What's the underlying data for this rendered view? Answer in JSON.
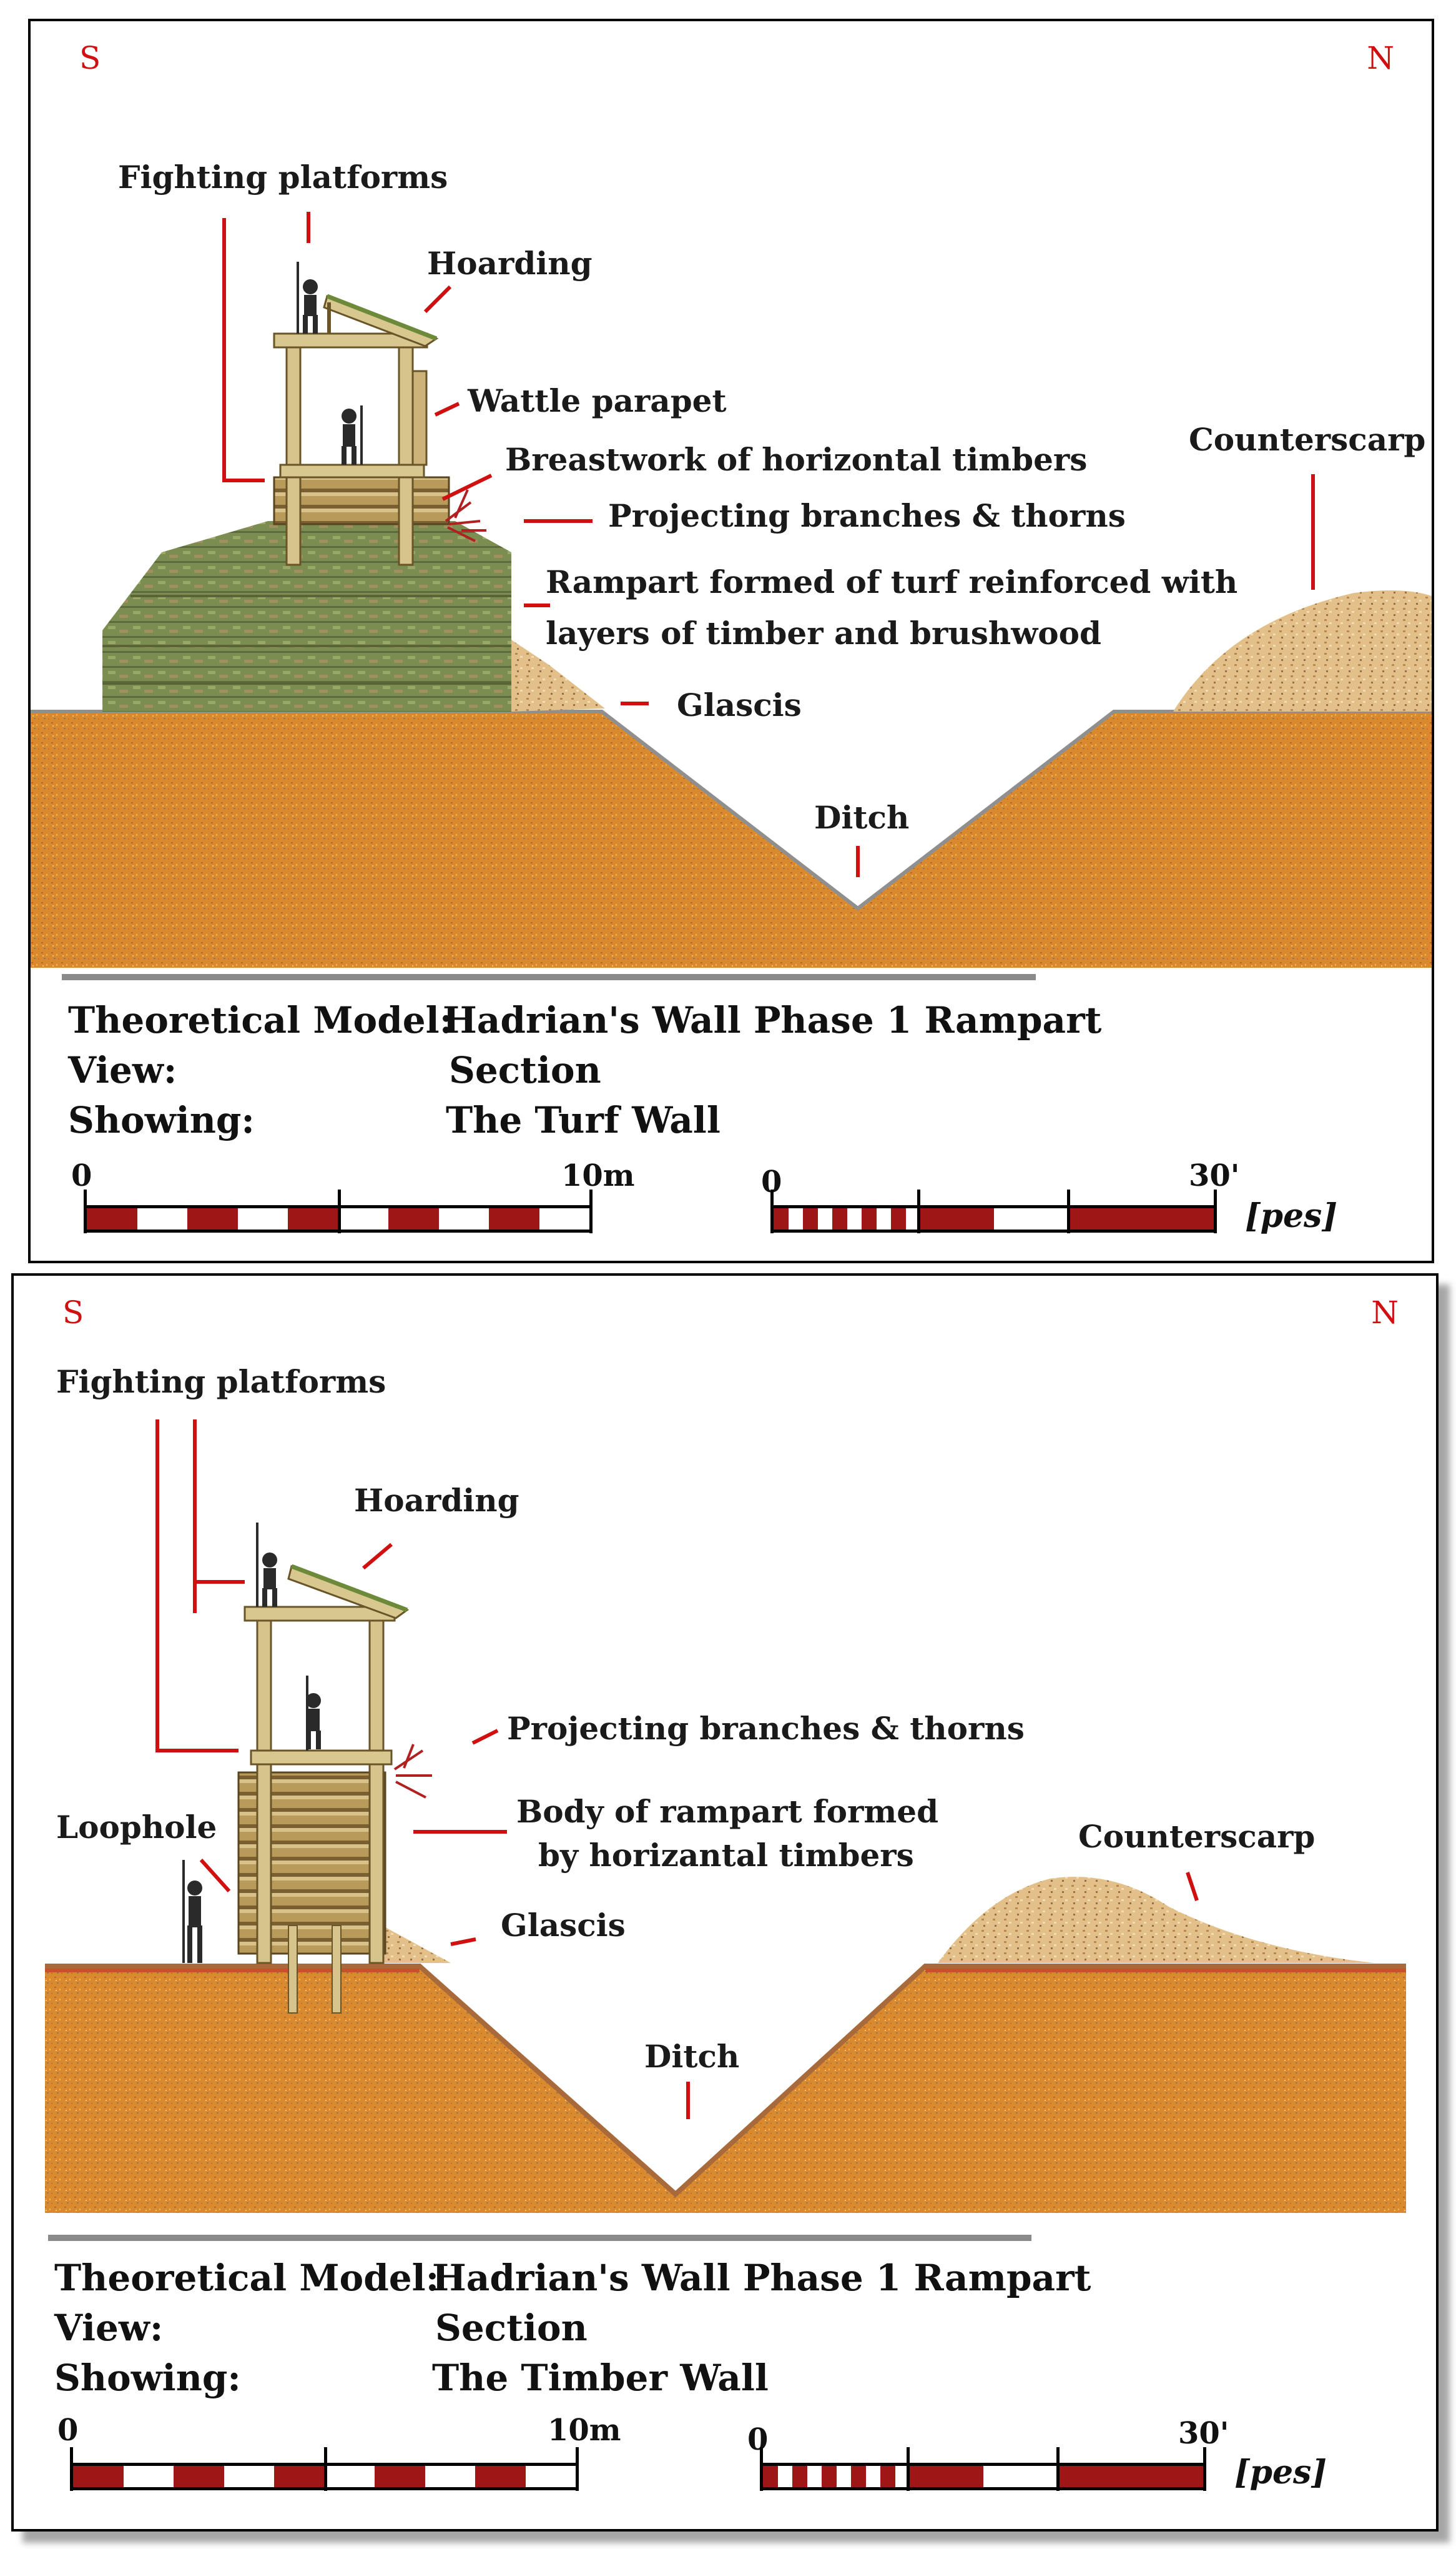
{
  "colors": {
    "leader": "#d01010",
    "earth": "#d98a2e",
    "bar_red": "#9e1616"
  },
  "panels": [
    {
      "compass": {
        "south": "S",
        "north": "N"
      },
      "labels": {
        "fighting_platforms": "Fighting platforms",
        "hoarding": "Hoarding",
        "wattle_parapet": "Wattle parapet",
        "breastwork": "Breastwork of horizontal timbers",
        "projecting": "Projecting branches & thorns",
        "rampart_line1": "Rampart formed of turf reinforced with",
        "rampart_line2": "layers of timber and brushwood",
        "glascis": "Glascis",
        "ditch": "Ditch",
        "counterscarp": "Counterscarp"
      },
      "caption": {
        "model_label": "Theoretical Model:",
        "model_value": "Hadrian's Wall Phase 1 Rampart",
        "view_label": "View:",
        "view_value": "Section",
        "showing_label": "Showing:",
        "showing_value": "The Turf Wall"
      },
      "scale_metric": {
        "start": "0",
        "end": "10m"
      },
      "scale_pes": {
        "start": "0",
        "end": "30'",
        "unit": "[pes]"
      }
    },
    {
      "compass": {
        "south": "S",
        "north": "N"
      },
      "labels": {
        "fighting_platforms": "Fighting platforms",
        "hoarding": "Hoarding",
        "projecting": "Projecting branches & thorns",
        "body_line1": "Body of rampart formed",
        "body_line2": "by horizantal timbers",
        "loophole": "Loophole",
        "glascis": "Glascis",
        "ditch": "Ditch",
        "counterscarp": "Counterscarp"
      },
      "caption": {
        "model_label": "Theoretical Model:",
        "model_value": "Hadrian's Wall Phase 1 Rampart",
        "view_label": "View:",
        "view_value": "Section",
        "showing_label": "Showing:",
        "showing_value": "The Timber Wall"
      },
      "scale_metric": {
        "start": "0",
        "end": "10m"
      },
      "scale_pes": {
        "start": "0",
        "end": "30'",
        "unit": "[pes]"
      }
    }
  ]
}
